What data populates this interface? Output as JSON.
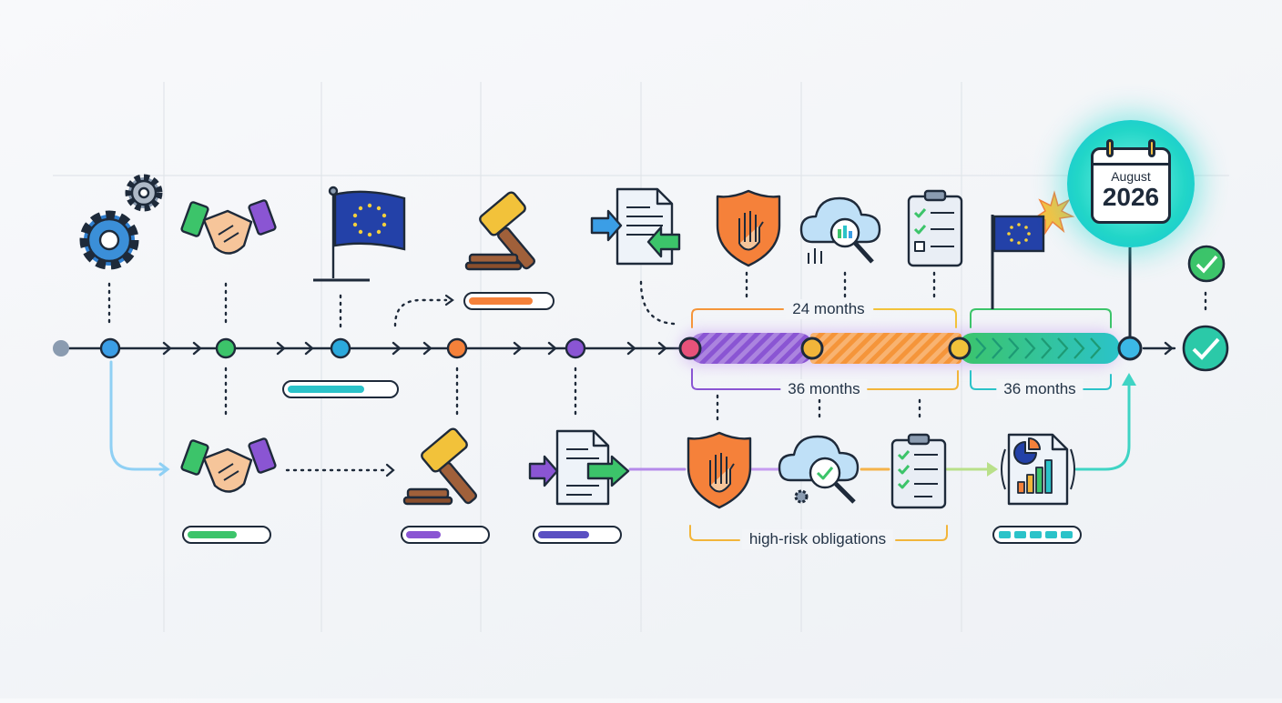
{
  "labels": {
    "top_span": "24 months",
    "bottom_span_left": "36 months",
    "bottom_span_right": "36 months",
    "high_risk": "high-risk obligations"
  },
  "calendar": {
    "month": "August",
    "year": "2026"
  },
  "colors": {
    "ink": "#1e2a3a",
    "blue": "#3b8fd8",
    "green": "#3cc46a",
    "teal": "#2bc3c9",
    "orange": "#f5813a",
    "purple": "#8a55d3",
    "pink": "#e8527a",
    "yellow": "#f2b53a",
    "eu_blue": "#2341a8",
    "eu_gold": "#f5d03c"
  },
  "icons": {
    "gears": "gears-icon",
    "handshake": "handshake-icon",
    "eu_flag": "eu-flag-icon",
    "gavel": "gavel-icon",
    "document": "document-icon",
    "shield": "shield-hand-icon",
    "cloud": "cloud-search-icon",
    "checklist": "checklist-icon",
    "report": "report-chart-icon",
    "check": "check-circle-icon"
  }
}
